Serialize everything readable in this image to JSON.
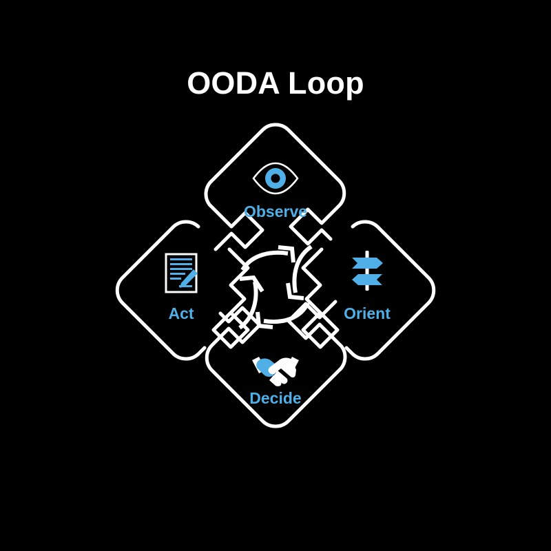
{
  "page": {
    "background_color": "#000000",
    "title": "OODA Loop",
    "title_color": "#ffffff"
  },
  "theme": {
    "accent_blue": "#4FAFE6",
    "outline_white": "#ffffff"
  },
  "diagram": {
    "type": "cycle",
    "direction": "clockwise",
    "nodes": [
      {
        "id": "observe",
        "label": "Observe",
        "icon": "eye-icon",
        "position": "top"
      },
      {
        "id": "orient",
        "label": "Orient",
        "icon": "signpost-icon",
        "position": "right"
      },
      {
        "id": "decide",
        "label": "Decide",
        "icon": "handshake-icon",
        "position": "bottom"
      },
      {
        "id": "act",
        "label": "Act",
        "icon": "document-signature-icon",
        "position": "left"
      }
    ],
    "arrows": [
      {
        "id": "observe-to-orient",
        "from": "observe",
        "to": "orient",
        "points": "right-up"
      },
      {
        "id": "orient-to-decide",
        "from": "orient",
        "to": "decide",
        "points": "down"
      },
      {
        "id": "decide-to-act",
        "from": "decide",
        "to": "act",
        "points": "left"
      },
      {
        "id": "act-to-observe",
        "from": "act",
        "to": "observe",
        "points": "up"
      }
    ]
  }
}
